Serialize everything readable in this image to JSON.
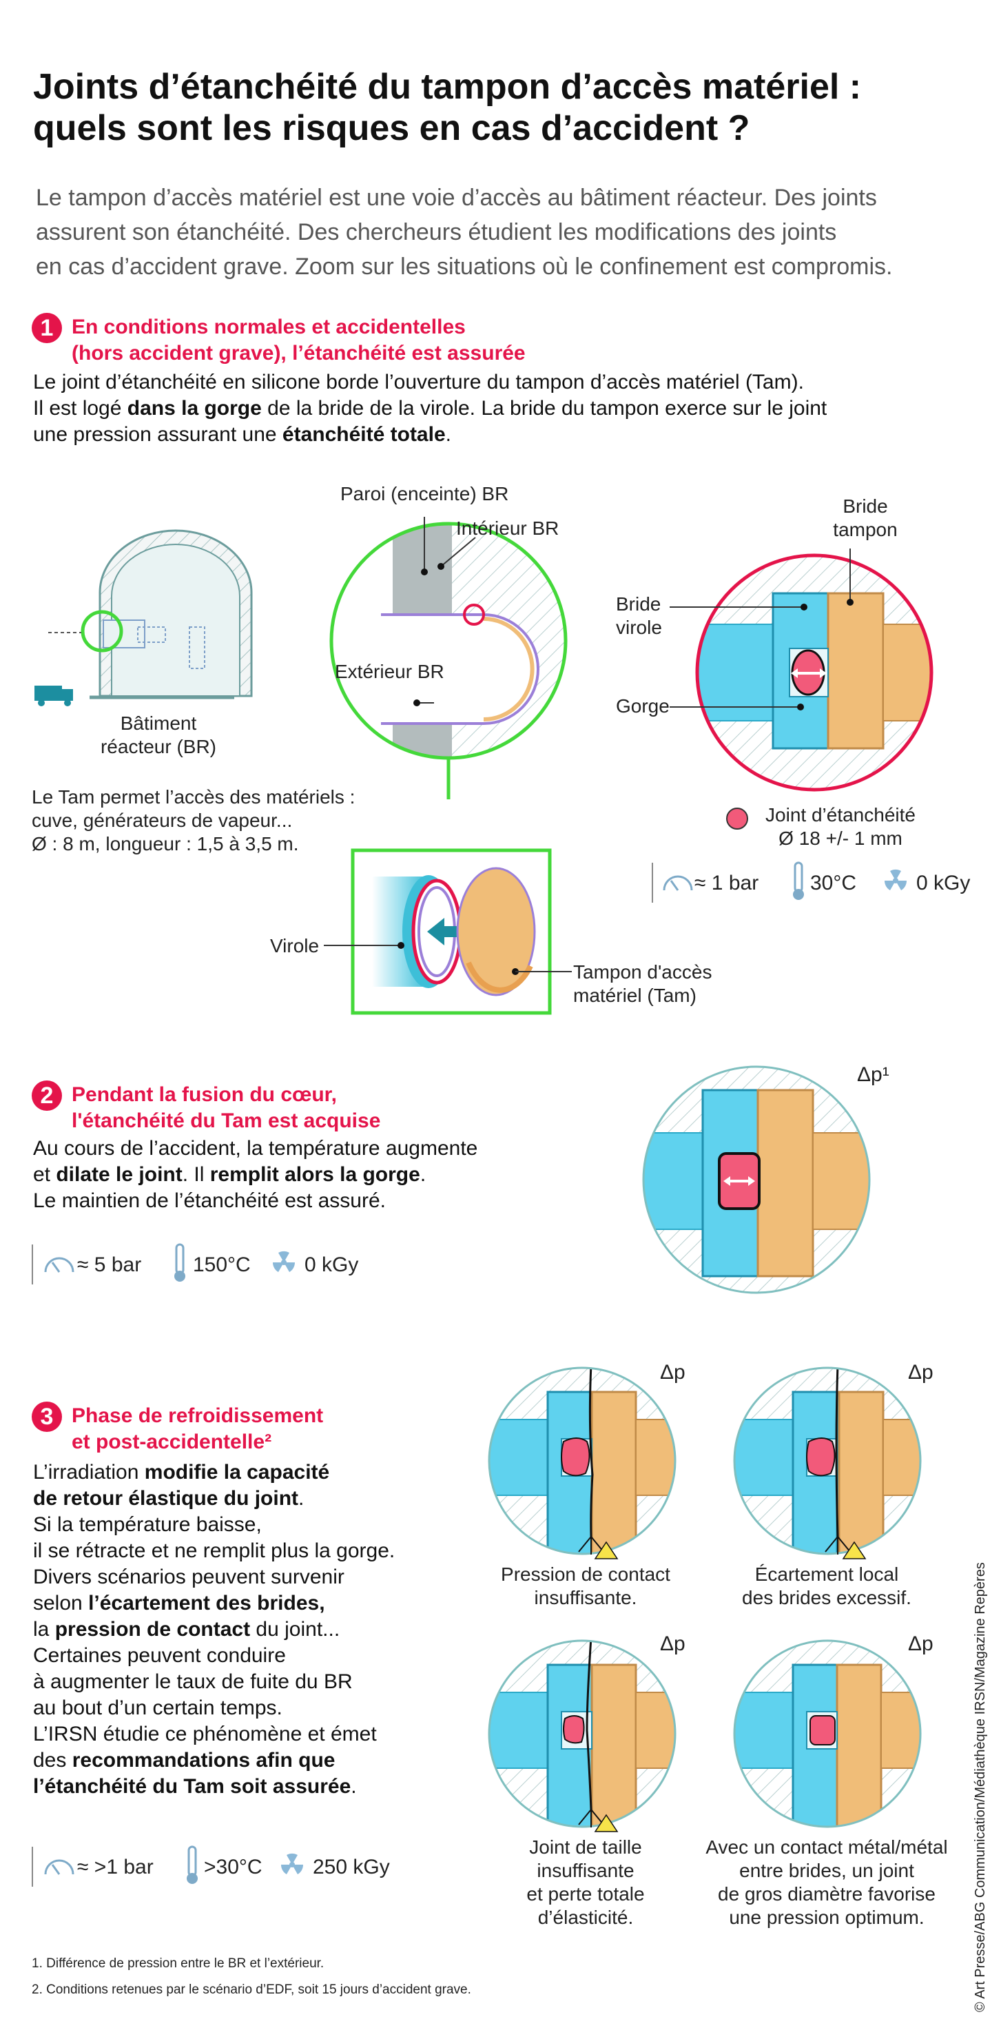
{
  "title": {
    "line1": "Joints d’étanchéité du tampon d’accès matériel :",
    "line2": "quels sont les risques en cas d’accident ?"
  },
  "intro": {
    "line1": "Le tampon d’accès matériel est une voie d’accès au bâtiment réacteur. Des joints",
    "line2": "assurent son étanchéité. Des chercheurs étudient les modifications des joints",
    "line3": "en cas d’accident grave. Zoom sur les situations où le confinement est compromis."
  },
  "section1": {
    "number": "1",
    "title_line1": "En conditions normales et accidentelles",
    "title_line2": "(hors accident grave), l’étanchéité est assurée",
    "body": [
      [
        "Le joint d’étanchéité en silicone borde l’ouverture du tampon d’accès matériel (Tam).",
        ""
      ],
      [
        "Il est logé ",
        "dans la gorge",
        " de la bride de la virole. La bride du tampon exerce sur le joint"
      ],
      [
        "une pression assurant une ",
        "étanchéité totale",
        "."
      ]
    ],
    "labels": {
      "paroi": "Paroi (enceinte) BR",
      "interieur": "Intérieur BR",
      "exterieur": "Extérieur BR",
      "batiment_line1": "Bâtiment",
      "batiment_line2": "réacteur (BR)",
      "tam_desc_line1": "Le Tam permet l’accès des matériels :",
      "tam_desc_line2": "cuve, générateurs de vapeur...",
      "tam_desc_line3": "Ø : 8 m, longueur : 1,5 à 3,5 m.",
      "bride_tampon_line1": "Bride",
      "bride_tampon_line2": "tampon",
      "bride_virole_line1": "Bride",
      "bride_virole_line2": "virole",
      "gorge": "Gorge",
      "joint_line1": "Joint d’étanchéité",
      "joint_line2": "Ø 18 +/- 1 mm",
      "virole": "Virole",
      "tampon_line1": "Tampon d'accès",
      "tampon_line2": "matériel (Tam)"
    },
    "conditions": {
      "pressure": "≈ 1 bar",
      "temperature": "30°C",
      "dose": "0 kGy"
    }
  },
  "section2": {
    "number": "2",
    "title_line1": "Pendant la fusion du cœur,",
    "title_line2": "l'étanchéité du Tam est acquise",
    "body_line1": "Au cours de l’accident, la température augmente",
    "body_line2_a": "et ",
    "body_line2_b": "dilate le joint",
    "body_line2_c": ". Il ",
    "body_line2_d": "remplit alors la gorge",
    "body_line2_e": ".",
    "body_line3": "Le maintien de l’étanchéité est assuré.",
    "dp_label": "Δp¹",
    "conditions": {
      "pressure": "≈ 5 bar",
      "temperature": "150°C",
      "dose": "0 kGy"
    }
  },
  "section3": {
    "number": "3",
    "title_line1": "Phase de refroidissement",
    "title_line2": "et post-accidentelle²",
    "body": [
      [
        "L’irradiation ",
        "modifie la capacité",
        ""
      ],
      [
        "",
        "de retour élastique du joint",
        "."
      ],
      [
        "Si la température baisse,",
        "",
        ""
      ],
      [
        "il se rétracte et ne remplit plus la gorge.",
        "",
        ""
      ],
      [
        "Divers scénarios peuvent survenir",
        "",
        ""
      ],
      [
        "selon ",
        "l’écartement des brides,",
        ""
      ],
      [
        "la ",
        "pression de contact",
        " du joint..."
      ],
      [
        "Certaines peuvent conduire",
        "",
        ""
      ],
      [
        "à augmenter le taux de fuite du BR",
        "",
        ""
      ],
      [
        "au bout d’un certain temps.",
        "",
        ""
      ],
      [
        "L’IRSN étudie ce phénomène et émet",
        "",
        ""
      ],
      [
        "des ",
        "recommandations afin que",
        ""
      ],
      [
        "",
        "l’étanchéité du Tam soit assurée",
        "."
      ]
    ],
    "dp_label": "Δp",
    "scenarios": [
      {
        "line1": "Pression de contact",
        "line2": "insuffisante.",
        "line3": "",
        "line4": ""
      },
      {
        "line1": "Écartement local",
        "line2": "des brides excessif.",
        "line3": "",
        "line4": ""
      },
      {
        "line1": "Joint de taille",
        "line2": "insuffisante",
        "line3": "et perte totale",
        "line4": "d’élasticité."
      },
      {
        "line1": "Avec un contact métal/métal",
        "line2": "entre brides, un joint",
        "line3": "de gros diamètre favorise",
        "line4": "une pression optimum."
      }
    ],
    "conditions": {
      "pressure": "≈ >1 bar",
      "temperature": ">30°C",
      "dose": "250 kGy"
    }
  },
  "footnotes": {
    "note1": "1. Différence de pression entre le BR et l’extérieur.",
    "note2": "2. Conditions retenues par le scénario d’EDF, soit 15 jours d’accident grave."
  },
  "credit": "© Art Presse/ABG Communication/Médiathèque IRSN/Magazine Repères",
  "colors": {
    "accent": "#e4144a",
    "green": "#44d83a",
    "cyan": "#5fd2ee",
    "orange": "#f0bd78",
    "seal": "#f25a7a",
    "wall": "#b3bcbd",
    "purple": "#9b7fd8"
  }
}
